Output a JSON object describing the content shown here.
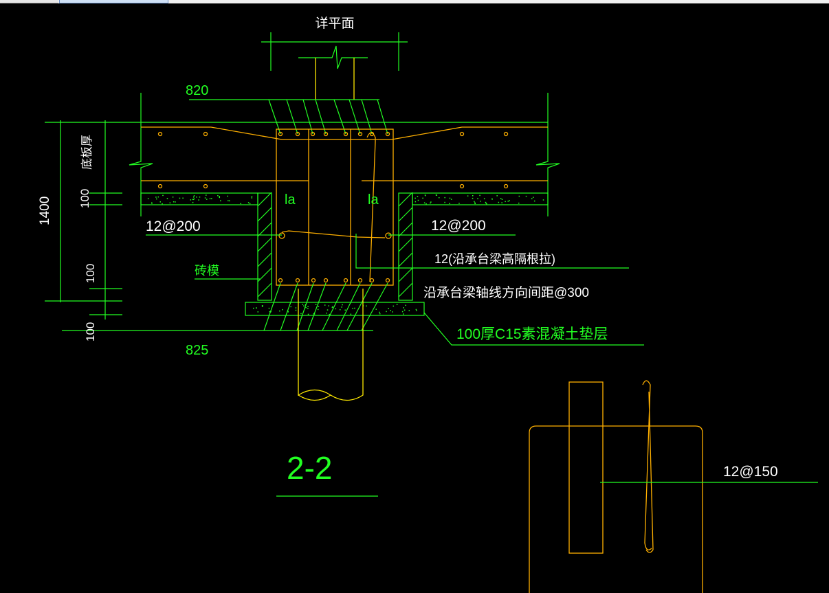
{
  "window": {
    "tab_label": ""
  },
  "drawing": {
    "top_label": "详平面",
    "dim_820": "820",
    "dim_825": "825",
    "slab_thickness_label": "底板厚",
    "dim_100_a": "100",
    "dim_100_b": "100",
    "dim_100_c": "100",
    "dim_1400": "1400",
    "la_left": "la",
    "la_right": "la",
    "rebar_left": "12@200",
    "rebar_right": "12@200",
    "tie_note": "12(沿承台梁高隔根拉)",
    "brick_form": "砖模",
    "spacing_note": "沿承台梁轴线方向间距@300",
    "cushion_note": "100厚C15素混凝土垫层",
    "section_title": "2-2",
    "detail_rebar": "12@150"
  },
  "colors": {
    "line_green": "#22ff22",
    "rebar_orange": "#ffb000",
    "pile_yellow": "#ffea00",
    "background": "#000000"
  }
}
